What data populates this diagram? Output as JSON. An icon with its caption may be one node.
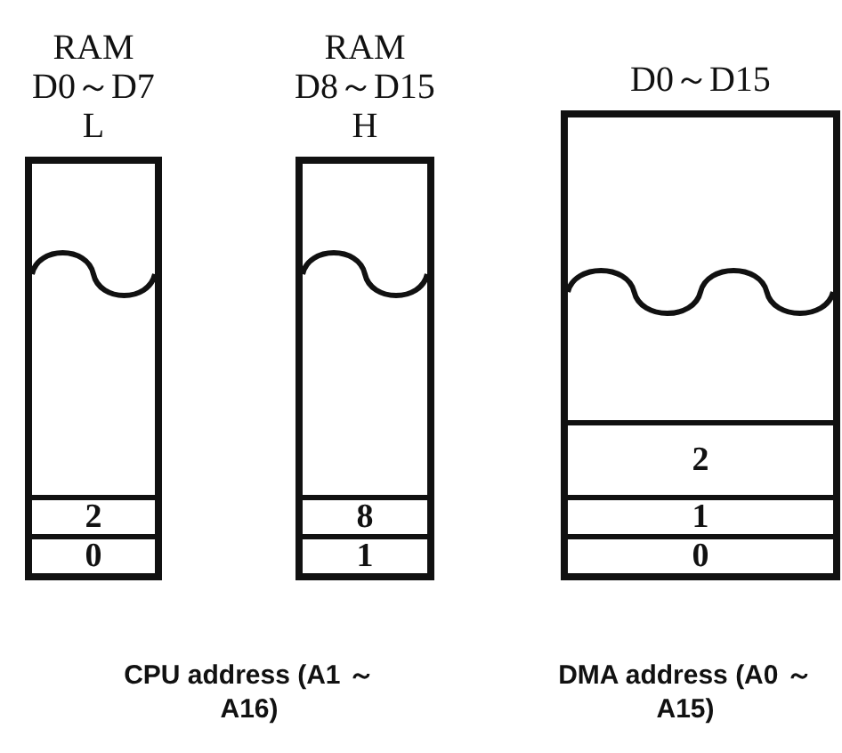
{
  "diagram": {
    "nodes": [
      {
        "text": [
          "RAM D0～D7 L"
        ]
      },
      {
        "text": [
          "2"
        ],
        "in": 0
      },
      {
        "text": [
          "0"
        ],
        "in": 0
      },
      {
        "text": [
          "RAM D8～D15 H"
        ]
      },
      {
        "text": [
          "8"
        ],
        "in": 3
      },
      {
        "text": [
          "1"
        ],
        "in": 3
      },
      {
        "text": [
          "D0～D15"
        ]
      },
      {
        "text": [
          "2"
        ],
        "in": 6
      },
      {
        "text": [
          "1"
        ],
        "in": 6
      },
      {
        "text": [
          "0"
        ],
        "in": 6
      }
    ],
    "edges": [],
    "labels": [
      "CPU address (A1 ～ A16)",
      "DMA address (A0 ～ A15)"
    ]
  }
}
